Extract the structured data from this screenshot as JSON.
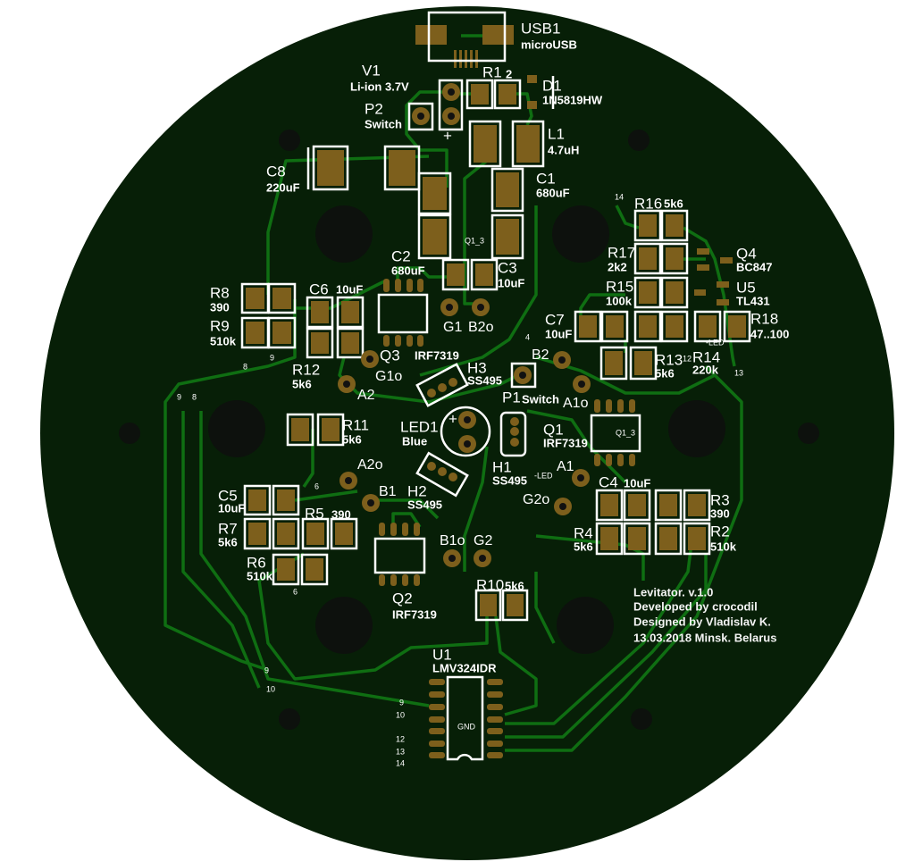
{
  "board": {
    "colors": {
      "board": "#071f07",
      "trace": "#0f6e12",
      "pad": "#7d5f1c",
      "silk": "#ffffff",
      "hole": "#0d110d"
    }
  },
  "components": {
    "usb1": {
      "ref": "USB1",
      "value": "microUSB"
    },
    "v1": {
      "ref": "V1",
      "value": "Li-ion 3.7V",
      "polarity": "+"
    },
    "p2": {
      "ref": "P2",
      "value": "Switch"
    },
    "r1": {
      "ref": "R1",
      "value": "2"
    },
    "d1": {
      "ref": "D1",
      "value": "1N5819HW"
    },
    "l1": {
      "ref": "L1",
      "value": "4.7uH"
    },
    "c8": {
      "ref": "C8",
      "value": "220uF"
    },
    "c1": {
      "ref": "C1",
      "value": "680uF"
    },
    "c2": {
      "ref": "C2",
      "value": "680uF"
    },
    "c3": {
      "ref": "C3",
      "value": "10uF"
    },
    "r8": {
      "ref": "R8",
      "value": "390"
    },
    "r9": {
      "ref": "R9",
      "value": "510k"
    },
    "c6": {
      "ref": "C6",
      "value": "10uF"
    },
    "q3": {
      "ref": "Q3",
      "value": "IRF7319"
    },
    "r12": {
      "ref": "R12",
      "value": "5k6"
    },
    "r11": {
      "ref": "R11",
      "value": "5k6"
    },
    "h3": {
      "ref": "H3",
      "value": "SS495"
    },
    "h2": {
      "ref": "H2",
      "value": "SS495"
    },
    "h1": {
      "ref": "H1",
      "value": "SS495"
    },
    "led1": {
      "ref": "LED1",
      "value": "Blue",
      "polarity": "+"
    },
    "p1": {
      "ref": "P1",
      "value": "Switch"
    },
    "q1": {
      "ref": "Q1",
      "value": "IRF7319"
    },
    "c4": {
      "ref": "C4",
      "value": "10uF"
    },
    "r3": {
      "ref": "R3",
      "value": "390"
    },
    "r4": {
      "ref": "R4",
      "value": "5k6"
    },
    "r2": {
      "ref": "R2",
      "value": "510k"
    },
    "c5": {
      "ref": "C5",
      "value": "10uF"
    },
    "r7": {
      "ref": "R7",
      "value": "5k6"
    },
    "r5": {
      "ref": "R5",
      "value": "390"
    },
    "r6": {
      "ref": "R6",
      "value": "510k"
    },
    "q2": {
      "ref": "Q2",
      "value": "IRF7319"
    },
    "r10": {
      "ref": "R10",
      "value": "5k6"
    },
    "u1": {
      "ref": "U1",
      "value": "LMV324IDR"
    },
    "r16": {
      "ref": "R16",
      "value": "5k6"
    },
    "r17": {
      "ref": "R17",
      "value": "2k2"
    },
    "r15": {
      "ref": "R15",
      "value": "100k"
    },
    "c7": {
      "ref": "C7",
      "value": "10uF"
    },
    "r13": {
      "ref": "R13",
      "value": "5k6"
    },
    "r14": {
      "ref": "R14",
      "value": "220k"
    },
    "r18": {
      "ref": "R18",
      "value": "47..100"
    },
    "q4": {
      "ref": "Q4",
      "value": "BC847"
    },
    "u5": {
      "ref": "U5",
      "value": "TL431"
    }
  },
  "test_points": [
    "G1",
    "B2o",
    "G1o",
    "A2",
    "B2",
    "A1o",
    "A1",
    "G2o",
    "A2o",
    "B1",
    "B1o",
    "G2"
  ],
  "net_labels": [
    "Q1_3",
    "Q1_3",
    "-LED",
    "-LED",
    "GND",
    "14",
    "12",
    "13",
    "4",
    "8",
    "9",
    "9",
    "8",
    "6",
    "6",
    "9",
    "10",
    "9",
    "10",
    "12",
    "13",
    "14"
  ],
  "credits": [
    "Levitator. v.1.0",
    "Developed by crocodil",
    "Designed by Vladislav K.",
    "13.03.2018 Minsk. Belarus"
  ]
}
